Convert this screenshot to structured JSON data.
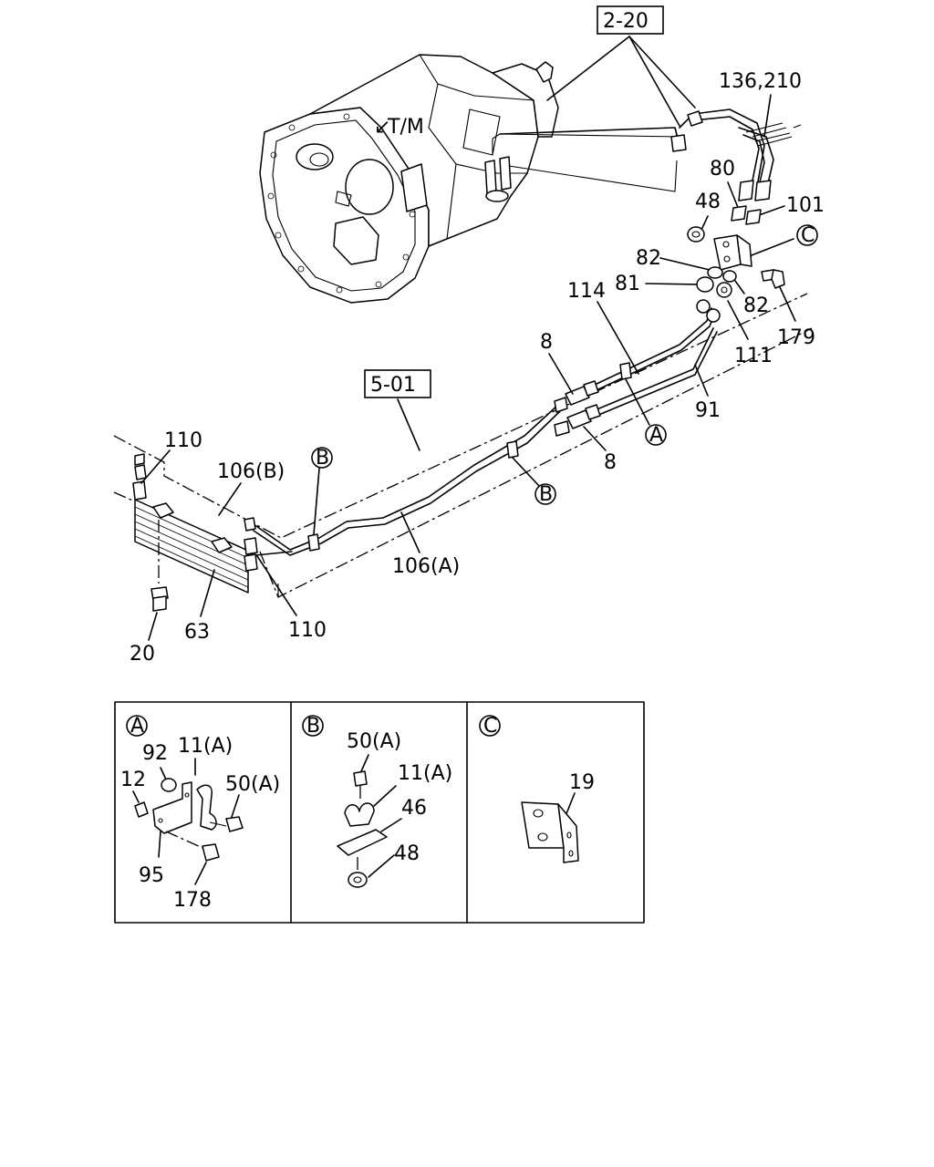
{
  "refs": {
    "tm": "2-20",
    "frame": "5-01"
  },
  "tm_label": "T/M",
  "callouts": {
    "c136": "136,210",
    "c80": "80",
    "c48top": "48",
    "c101": "101",
    "c82a": "82",
    "c81": "81",
    "c82b": "82",
    "c114": "114",
    "c179": "179",
    "c111": "111",
    "c8a": "8",
    "c91": "91",
    "c8b": "8",
    "c110a": "110",
    "c106b": "106(B)",
    "c106a": "106(A)",
    "c110b": "110",
    "c63": "63",
    "c20": "20"
  },
  "circled": {
    "a": "A",
    "b": "B",
    "c": "C"
  },
  "detail_a": {
    "letter": "A",
    "p92": "92",
    "p11a": "11(A)",
    "p12": "12",
    "p50a": "50(A)",
    "p95": "95",
    "p178": "178"
  },
  "detail_b": {
    "letter": "B",
    "p50a": "50(A)",
    "p11a": "11(A)",
    "p46": "46",
    "p48": "48"
  },
  "detail_c": {
    "letter": "C",
    "p19": "19"
  }
}
